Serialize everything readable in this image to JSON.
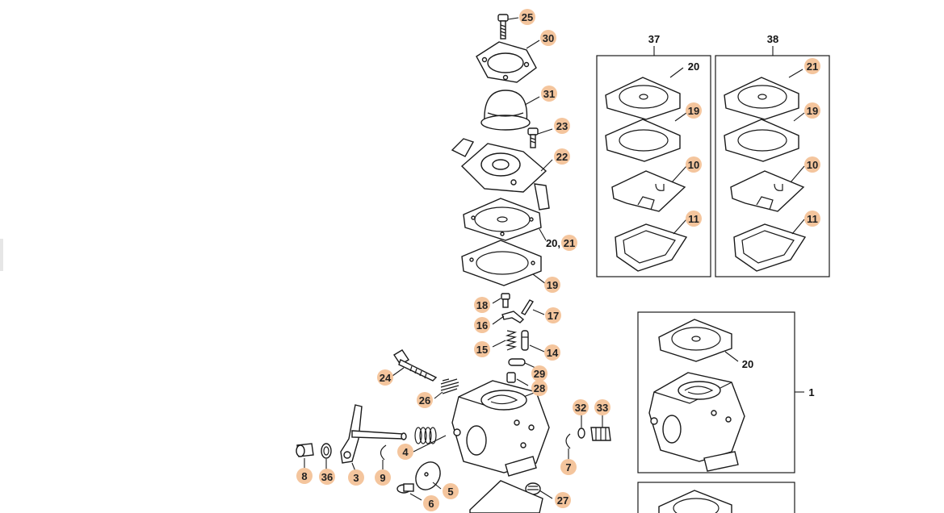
{
  "diagram": {
    "title": "",
    "callouts": {
      "c25": "25",
      "c30": "30",
      "c31": "31",
      "c23": "23",
      "c22": "22",
      "c2021_a": "20,",
      "c2021_b": "21",
      "c19": "19",
      "c18": "18",
      "c17": "17",
      "c16": "16",
      "c15": "15",
      "c14": "14",
      "c29": "29",
      "c28": "28",
      "c24": "24",
      "c26": "26",
      "c4": "4",
      "c8": "8",
      "c36": "36",
      "c3": "3",
      "c9": "9",
      "c5": "5",
      "c6": "6",
      "c27": "27",
      "c32": "32",
      "c33": "33",
      "c7": "7"
    },
    "kit37": {
      "label": "37",
      "items": {
        "k20": "20",
        "k19": "19",
        "k10": "10",
        "k11": "11"
      }
    },
    "kit38": {
      "label": "38",
      "items": {
        "k21": "21",
        "k19": "19",
        "k10": "10",
        "k11": "11"
      }
    },
    "assembly": {
      "label": "1",
      "items": {
        "a20": "20"
      }
    },
    "colors": {
      "badge": "#f4c59d",
      "line": "#1a1a1a",
      "background": "#ffffff"
    }
  }
}
